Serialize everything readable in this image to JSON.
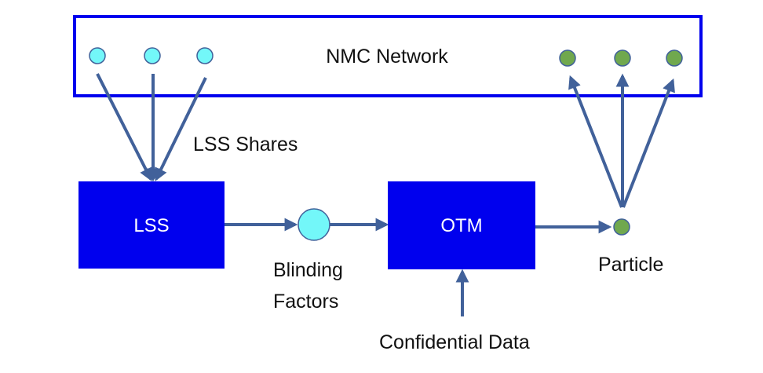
{
  "title": "NMC Network",
  "colors": {
    "box_fill": "#0000ee",
    "network_border": "#0000ee",
    "arrow": "#41619a",
    "node_cyan": "#73f7f9",
    "node_green": "#70a84e",
    "node_stroke": "#41619a"
  },
  "network": {
    "label": "NMC Network",
    "input_nodes": [
      "cyan-node-1",
      "cyan-node-2",
      "cyan-node-3"
    ],
    "output_nodes": [
      "green-node-1",
      "green-node-2",
      "green-node-3"
    ]
  },
  "labels": {
    "lss_shares": "LSS Shares",
    "lss": "LSS",
    "otm": "OTM",
    "blinding_line1": "Blinding",
    "blinding_line2": "Factors",
    "particle": "Particle",
    "confidential": "Confidential Data"
  },
  "edges": [
    {
      "from": "cyan-node-1",
      "to": "LSS"
    },
    {
      "from": "cyan-node-2",
      "to": "LSS"
    },
    {
      "from": "cyan-node-3",
      "to": "LSS"
    },
    {
      "from": "LSS",
      "to": "Blinding Factors"
    },
    {
      "from": "Blinding Factors",
      "to": "OTM"
    },
    {
      "from": "Confidential Data",
      "to": "OTM"
    },
    {
      "from": "OTM",
      "to": "Particle"
    },
    {
      "from": "Particle",
      "to": "green-node-1"
    },
    {
      "from": "Particle",
      "to": "green-node-2"
    },
    {
      "from": "Particle",
      "to": "green-node-3"
    }
  ]
}
